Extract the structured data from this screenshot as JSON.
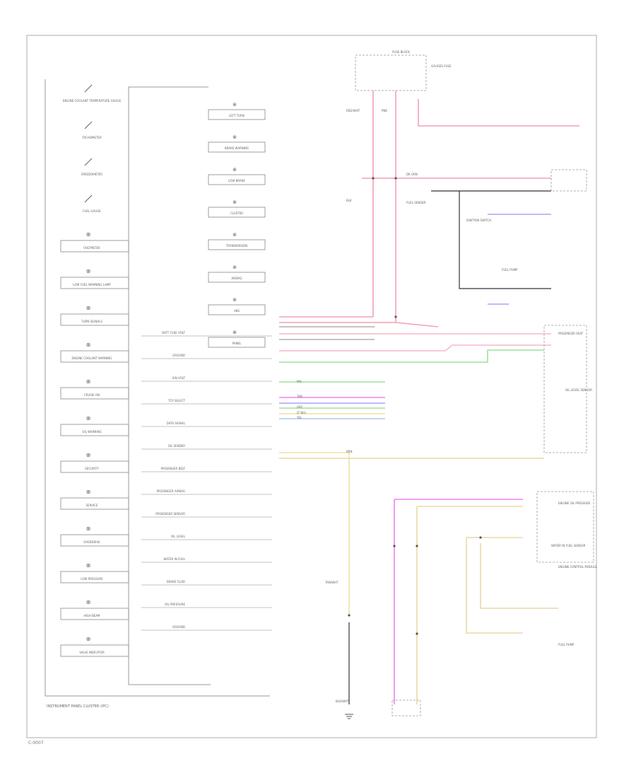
{
  "diagram": {
    "bottom_label": "INSTRUMENT PANEL CLUSTER (IPC)",
    "footer_code": "C-0007",
    "colors": {
      "red": "#f4a0b4",
      "pink": "#f8b8c8",
      "green": "#9fe0a0",
      "magenta": "#f080f0",
      "violet": "#b0a0f8",
      "blue": "#a8c8f8",
      "yellow": "#f4e0a0",
      "tan": "#e8d8a8",
      "gray": "#888888",
      "black": "#333333",
      "frame": "#bbbbbb"
    },
    "cluster_left": [
      "ENGINE COOLANT TEMPERATURE GAUGE",
      "TACHOMETER",
      "SPEEDOMETER",
      "FUEL GAUGE",
      "VOLTMETER",
      "LOW FUEL WARNING LAMP",
      "TURN SIGNALS",
      "ENGINE COOLANT WARNING",
      "CRUISE ON",
      "OIL WARNING",
      "SECURITY",
      "SERVICE",
      "OVERDRIVE",
      "LOW PRESSURE",
      "HIGH BEAM",
      "VALVE INDICATOR"
    ],
    "cluster_center": [
      "LEFT TURN",
      "BRAKE WARNING",
      "LOW BRAKE",
      "CLUSTER",
      "TRANSMISSION",
      "AIRBAG",
      "ABS",
      "PANEL"
    ],
    "cluster_pins": [
      "BATT FUSE VOLT",
      "GROUND",
      "IGN VOLT",
      "TCP SELECT",
      "DATA SIGNAL",
      "OIL SENDER",
      "PASSENGER BELT",
      "PASSENGER AIRBAG",
      "PASSENGER SENSOR",
      "OIL LEVEL",
      "WATER IN FUEL",
      "BRAKE FLUID",
      "OIL PRESSURE",
      "GROUND"
    ],
    "right_components": [
      "FUSE BLOCK",
      "GAUGES FUSE",
      "FUEL SENDER",
      "IGNITION SWITCH",
      "FUEL PUMP",
      "PASSENGER SEAT",
      "OIL LEVEL SENSOR",
      "ENGINE OIL PRESSURE",
      "WATER IN FUEL SENSOR",
      "ENGINE CONTROL MODULE",
      "FUEL PUMP"
    ],
    "wire_labels": [
      "RED/WHT",
      "PNK",
      "BLK",
      "DK GRN",
      "PPL",
      "TAN",
      "GRY",
      "LT BLU",
      "YEL",
      "BRN",
      "TAN/WHT",
      "BLK/WHT"
    ]
  }
}
